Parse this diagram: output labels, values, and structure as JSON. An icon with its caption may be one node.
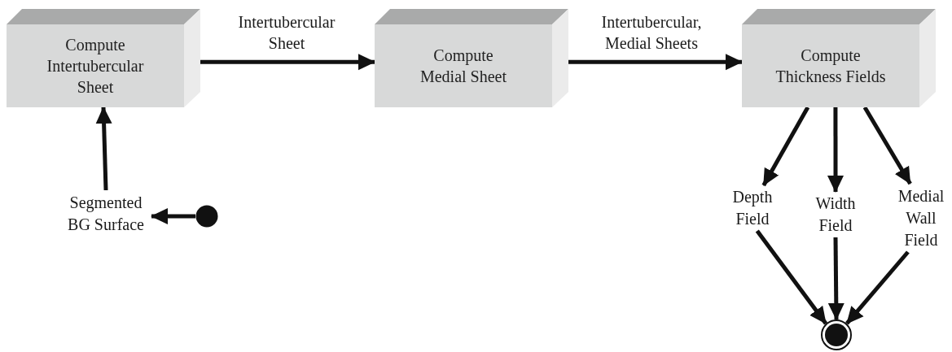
{
  "diagram": {
    "nodes": [
      {
        "text": [
          "Compute Intertubercular Sheet"
        ]
      },
      {
        "text": [
          "Compute Medial Sheet"
        ]
      },
      {
        "text": [
          "Compute Thickness Fields"
        ]
      },
      {
        "text": [
          "Segmented BG Surface"
        ]
      },
      {
        "text": [],
        "shape": "circle"
      },
      {
        "text": [
          "Depth Field"
        ]
      },
      {
        "text": [
          "Width Field"
        ]
      },
      {
        "text": [
          "Medial Wall Field"
        ]
      },
      {
        "text": [],
        "shape": "bullseye"
      }
    ],
    "edges": [
      {
        "from": 4,
        "to": 3,
        "arrow": "to"
      },
      {
        "from": 3,
        "to": 0,
        "arrow": "to"
      },
      {
        "from": 0,
        "to": 1,
        "arrow": "to",
        "label": "Intertubercular Sheet"
      },
      {
        "from": 1,
        "to": 2,
        "arrow": "to",
        "label": "Intertubercular, Medial Sheets"
      },
      {
        "from": 2,
        "to": 5,
        "arrow": "to"
      },
      {
        "from": 2,
        "to": 6,
        "arrow": "to"
      },
      {
        "from": 2,
        "to": 7,
        "arrow": "to"
      },
      {
        "from": 5,
        "to": 8,
        "arrow": "to"
      },
      {
        "from": 6,
        "to": 8,
        "arrow": "to"
      },
      {
        "from": 7,
        "to": 8,
        "arrow": "to"
      }
    ]
  }
}
